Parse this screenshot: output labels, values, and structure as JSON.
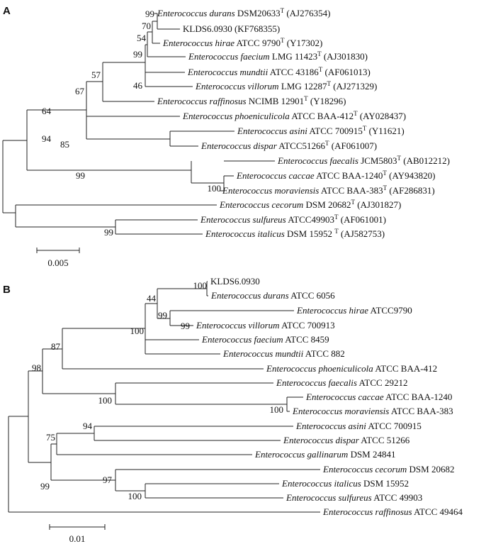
{
  "panel_a": {
    "letter": "A",
    "scale_label": "0.005",
    "taxa": [
      {
        "genus": "Enterococcus",
        "species": "durans",
        "strain": " DSM20633",
        "type": true,
        "acc": " (AJ276354)"
      },
      {
        "genus": "",
        "species": "",
        "strain": "KLDS6.0930",
        "type": false,
        "acc": " (KF768355)"
      },
      {
        "genus": "Enterococcus",
        "species": "hirae",
        "strain": " ATCC 9790",
        "type": true,
        "acc": " (Y17302)"
      },
      {
        "genus": "Enterococcus",
        "species": "faecium",
        "strain": " LMG 11423",
        "type": true,
        "acc": " (AJ301830)"
      },
      {
        "genus": "Enterococcus",
        "species": "mundtii",
        "strain": " ATCC 43186",
        "type": true,
        "acc": " (AF061013)"
      },
      {
        "genus": "Enterococcus",
        "species": "villorum",
        "strain": " LMG 12287",
        "type": true,
        "acc": " (AJ271329)"
      },
      {
        "genus": "Enterococcus",
        "species": "raffinosus",
        "strain": " NCIMB 12901",
        "type": true,
        "acc": " (Y18296)"
      },
      {
        "genus": "Enterococcus",
        "species": "phoeniculicola",
        "strain": "  ATCC BAA-412",
        "type": true,
        "acc": " (AY028437)"
      },
      {
        "genus": "Enterococcus",
        "species": "asini",
        "strain": "  ATCC 700915",
        "type": true,
        "acc": " (Y11621)"
      },
      {
        "genus": "Enterococcus",
        "species": "dispar",
        "strain": " ATCC51266",
        "type": true,
        "acc": " (AF061007)"
      },
      {
        "genus": "Enterococcus",
        "species": "faecalis",
        "strain": " JCM5803",
        "type": true,
        "acc": " (AB012212)"
      },
      {
        "genus": "Enterococcus",
        "species": "caccae",
        "strain": "  ATCC BAA-1240",
        "type": true,
        "acc": " (AY943820)"
      },
      {
        "genus": "Enterococcus",
        "species": "moraviensis",
        "strain": "  ATCC BAA-383",
        "type": true,
        "acc": " (AF286831)"
      },
      {
        "genus": "Enterococcus",
        "species": "cecorum",
        "strain": " DSM 20682",
        "type": true,
        "acc": " (AJ301827)"
      },
      {
        "genus": "Enterococcus",
        "species": "sulfureus",
        "strain": " ATCC49903",
        "type": true,
        "acc": " (AF061001)"
      },
      {
        "genus": "Enterococcus",
        "species": "italicus",
        "strain": "  DSM 15952 ",
        "type": true,
        "acc": " (AJ582753)"
      }
    ],
    "bootstrap": [
      "99",
      "70",
      "54",
      "99",
      "46",
      "57",
      "67",
      "64",
      "85",
      "94",
      "99",
      "100",
      "99"
    ]
  },
  "panel_b": {
    "letter": "B",
    "scale_label": "0.01",
    "taxa": [
      {
        "genus": "",
        "species": "",
        "strain": "KLDS6.0930",
        "type": false,
        "acc": ""
      },
      {
        "genus": "Enterococcus",
        "species": "durans",
        "strain": " ATCC 6056",
        "type": false,
        "acc": ""
      },
      {
        "genus": "Enterococcus",
        "species": "hirae",
        "strain": " ATCC9790",
        "type": false,
        "acc": ""
      },
      {
        "genus": "Enterococcus",
        "species": "villorum",
        "strain": " ATCC 700913",
        "type": false,
        "acc": ""
      },
      {
        "genus": "Enterococcus",
        "species": "faecium",
        "strain": " ATCC 8459",
        "type": false,
        "acc": ""
      },
      {
        "genus": "Enterococcus",
        "species": "mundtii",
        "strain": " ATCC 882",
        "type": false,
        "acc": ""
      },
      {
        "genus": "Enterococcus",
        "species": "phoeniculicola",
        "strain": " ATCC BAA-412",
        "type": false,
        "acc": ""
      },
      {
        "genus": "Enterococcus",
        "species": "faecalis",
        "strain": " ATCC 29212",
        "type": false,
        "acc": ""
      },
      {
        "genus": "Enterococcus",
        "species": "caccae",
        "strain": " ATCC BAA-1240",
        "type": false,
        "acc": ""
      },
      {
        "genus": "Enterococcus",
        "species": "moraviensis",
        "strain": " ATCC BAA-383",
        "type": false,
        "acc": ""
      },
      {
        "genus": "Enterococcus",
        "species": "asini",
        "strain": " ATCC 700915",
        "type": false,
        "acc": ""
      },
      {
        "genus": "Enterococcus",
        "species": "dispar",
        "strain": " ATCC 51266",
        "type": false,
        "acc": ""
      },
      {
        "genus": "Enterococcus",
        "species": "gallinarum",
        "strain": " DSM 24841",
        "type": false,
        "acc": ""
      },
      {
        "genus": "Enterococcus",
        "species": "cecorum",
        "strain": " DSM 20682",
        "type": false,
        "acc": ""
      },
      {
        "genus": "Enterococcus",
        "species": "italicus",
        "strain": " DSM 15952",
        "type": false,
        "acc": ""
      },
      {
        "genus": "Enterococcus",
        "species": "sulfureus",
        "strain": " ATCC 49903",
        "type": false,
        "acc": ""
      },
      {
        "genus": "Enterococcus",
        "species": "raffinosus",
        "strain": " ATCC 49464",
        "type": false,
        "acc": ""
      }
    ],
    "bootstrap": [
      "100",
      "44",
      "99",
      "100",
      "99",
      "87",
      "98",
      "100",
      "100",
      "94",
      "75",
      "99",
      "97",
      "100"
    ]
  }
}
